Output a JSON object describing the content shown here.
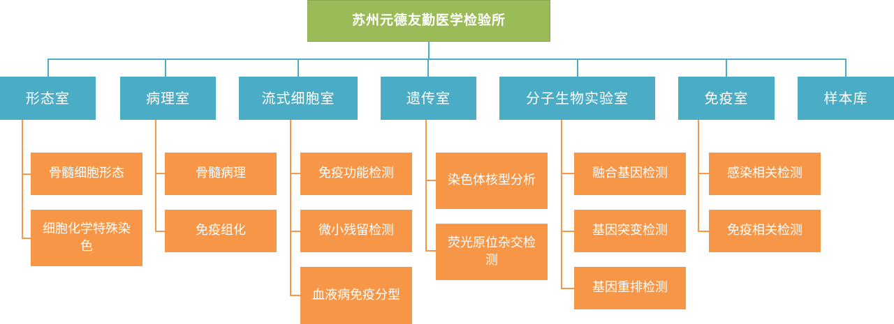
{
  "org": {
    "root": "苏州元德友勤医学检验所",
    "departments": [
      {
        "label": "形态室",
        "items": [
          "骨髓细胞形态",
          "细胞化学特殊染色"
        ]
      },
      {
        "label": "病理室",
        "items": [
          "骨髓病理",
          "免疫组化"
        ]
      },
      {
        "label": "流式细胞室",
        "items": [
          "免疫功能检测",
          "微小残留检测",
          "血液病免疫分型"
        ]
      },
      {
        "label": "遗传室",
        "items": [
          "染色体核型分析",
          "荧光原位杂交检测"
        ]
      },
      {
        "label": "分子生物实验室",
        "items": [
          "融合基因检测",
          "基因突变检测",
          "基因重排检测"
        ]
      },
      {
        "label": "免疫室",
        "items": [
          "感染相关检测",
          "免疫相关检测"
        ]
      },
      {
        "label": "样本库",
        "items": []
      }
    ]
  },
  "colors": {
    "root": "#9bbb59",
    "department": "#4bacc6",
    "item": "#f79646",
    "text": "#ffffff"
  }
}
